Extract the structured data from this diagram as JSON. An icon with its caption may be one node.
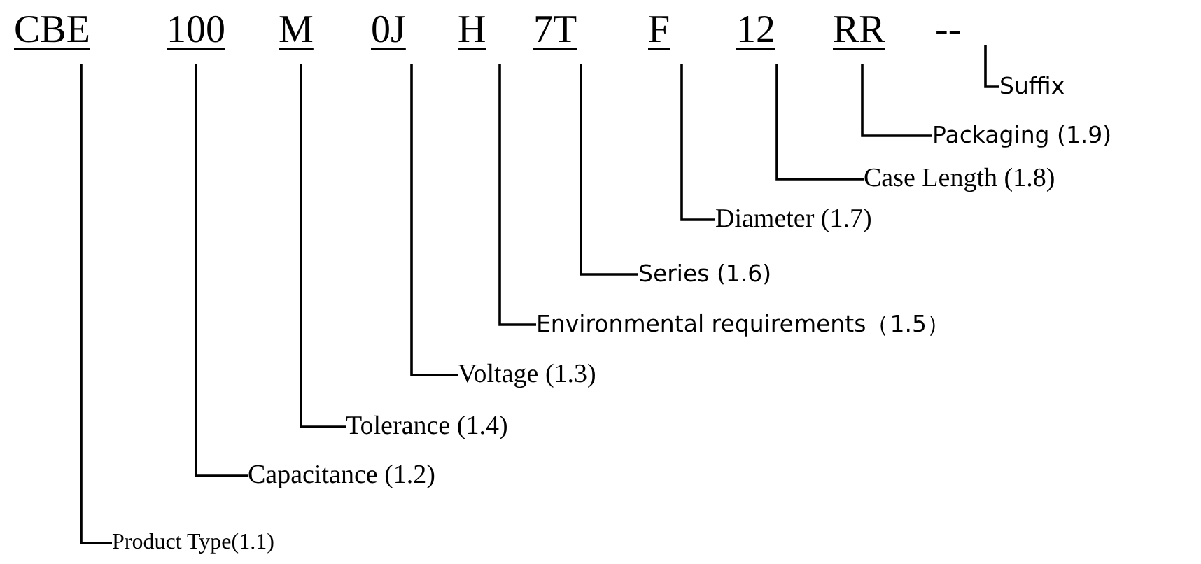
{
  "diagram": {
    "nodes": [
      {
        "text": [
          "CBE"
        ]
      },
      {
        "text": [
          "100"
        ]
      },
      {
        "text": [
          "M"
        ]
      },
      {
        "text": [
          "0J"
        ]
      },
      {
        "text": [
          "H"
        ]
      },
      {
        "text": [
          "7T"
        ]
      },
      {
        "text": [
          "F"
        ]
      },
      {
        "text": [
          "12"
        ]
      },
      {
        "text": [
          "RR"
        ]
      },
      {
        "text": [
          "--"
        ]
      },
      {
        "text": [
          "Product Type(1.1)"
        ]
      },
      {
        "text": [
          "Capacitance (1.2)"
        ]
      },
      {
        "text": [
          "Tolerance (1.4)"
        ]
      },
      {
        "text": [
          "Voltage (1.3)"
        ]
      },
      {
        "text": [
          "Environmental requirements（1.5）"
        ]
      },
      {
        "text": [
          "Series (1.6)"
        ]
      },
      {
        "text": [
          "Diameter (1.7)"
        ]
      },
      {
        "text": [
          "Case Length (1.8)"
        ]
      },
      {
        "text": [
          "Packaging (1.9)"
        ]
      },
      {
        "text": [
          "Suffix"
        ]
      }
    ],
    "edges": [
      {
        "from": 0,
        "to": 10,
        "arrow": "none"
      },
      {
        "from": 1,
        "to": 11,
        "arrow": "none"
      },
      {
        "from": 2,
        "to": 12,
        "arrow": "none"
      },
      {
        "from": 3,
        "to": 13,
        "arrow": "none"
      },
      {
        "from": 4,
        "to": 14,
        "arrow": "none"
      },
      {
        "from": 5,
        "to": 15,
        "arrow": "none"
      },
      {
        "from": 6,
        "to": 16,
        "arrow": "none"
      },
      {
        "from": 7,
        "to": 17,
        "arrow": "none"
      },
      {
        "from": 8,
        "to": 18,
        "arrow": "none"
      },
      {
        "from": 9,
        "to": 19,
        "arrow": "none"
      }
    ]
  }
}
